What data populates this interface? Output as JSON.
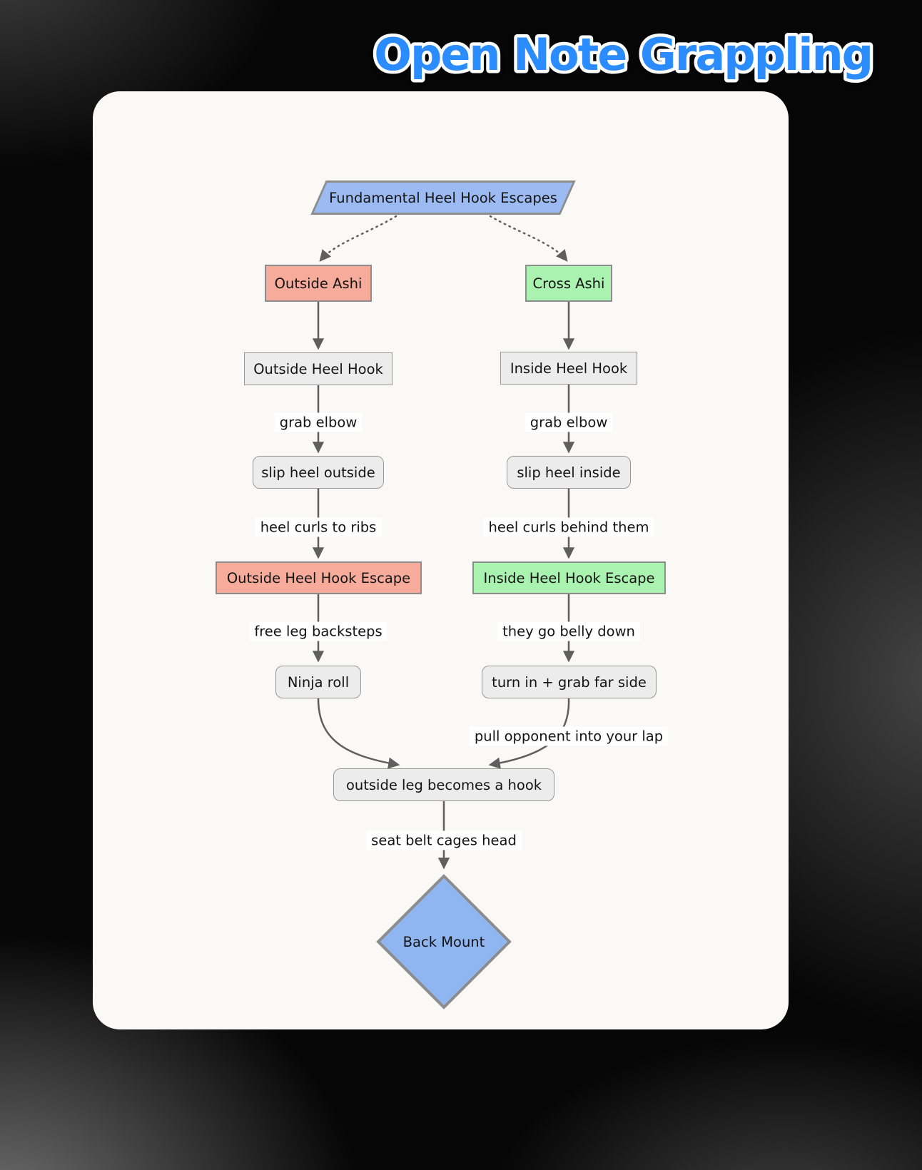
{
  "title": "Open Note Grappling",
  "colors": {
    "title_blue": "#2b8cff",
    "title_outline": "#ffffff",
    "card_bg": "#faf9f5",
    "node_blue": "#9dbbf3",
    "node_salmon": "#f7ab9b",
    "node_green": "#aaf2b0",
    "node_gray": "#ececec",
    "edge_gray": "#5f5f5f"
  },
  "diagram": {
    "nodes": {
      "root": {
        "label": "Fundamental Heel Hook Escapes",
        "shape": "parallelogram",
        "fill": "#9dbbf3"
      },
      "outside_ashi": {
        "label": "Outside Ashi",
        "shape": "rect",
        "fill": "#f7ab9b"
      },
      "cross_ashi": {
        "label": "Cross Ashi",
        "shape": "rect",
        "fill": "#aaf2b0"
      },
      "outside_heel_hook": {
        "label": "Outside Heel Hook",
        "shape": "rect",
        "fill": "#ececec"
      },
      "inside_heel_hook": {
        "label": "Inside Heel Hook",
        "shape": "rect",
        "fill": "#ececec"
      },
      "slip_heel_outside": {
        "label": "slip heel outside",
        "shape": "rounded",
        "fill": "#ececec"
      },
      "slip_heel_inside": {
        "label": "slip heel inside",
        "shape": "rounded",
        "fill": "#ececec"
      },
      "outside_heel_hook_escape": {
        "label": "Outside Heel Hook Escape",
        "shape": "rect",
        "fill": "#f7ab9b"
      },
      "inside_heel_hook_escape": {
        "label": "Inside Heel Hook Escape",
        "shape": "rect",
        "fill": "#aaf2b0"
      },
      "ninja_roll": {
        "label": "Ninja roll",
        "shape": "rounded",
        "fill": "#ececec"
      },
      "turn_in_grab_far_side": {
        "label": "turn in + grab far side",
        "shape": "rounded",
        "fill": "#ececec"
      },
      "outside_leg_becomes_hook": {
        "label": "outside leg becomes a hook",
        "shape": "rounded",
        "fill": "#ececec"
      },
      "back_mount": {
        "label": "Back Mount",
        "shape": "diamond",
        "fill": "#90b6f2"
      }
    },
    "edge_labels": {
      "grab_elbow_left": "grab elbow",
      "grab_elbow_right": "grab elbow",
      "heel_curls_to_ribs": "heel curls to ribs",
      "heel_curls_behind_them": "heel curls behind them",
      "free_leg_backsteps": "free leg backsteps",
      "they_go_belly_down": "they go belly down",
      "pull_opponent_into_lap": "pull opponent into your lap",
      "seat_belt_cages_head": "seat belt cages head"
    }
  }
}
